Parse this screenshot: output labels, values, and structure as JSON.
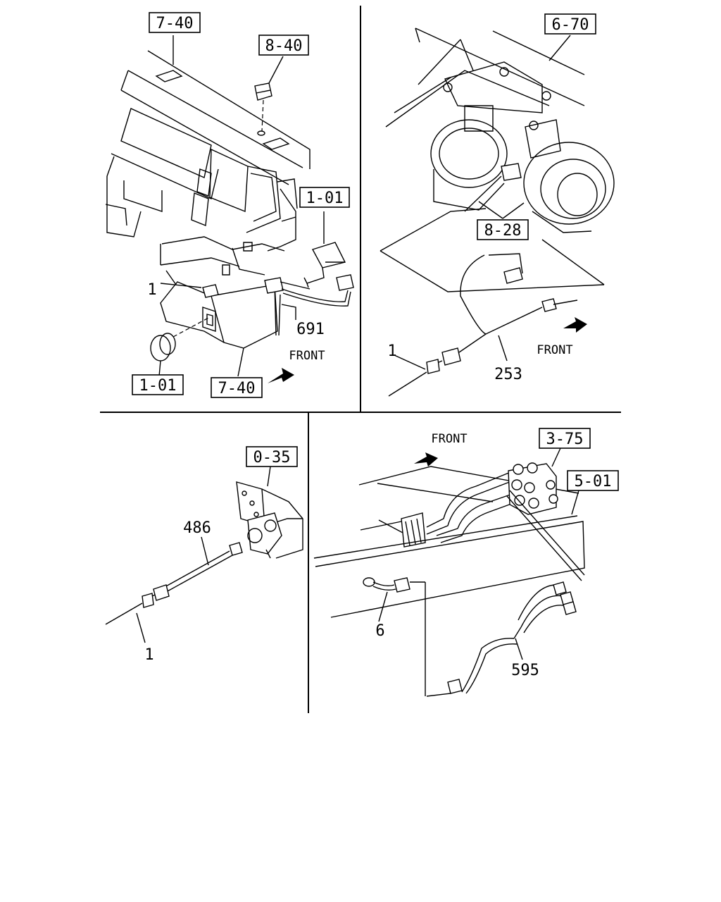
{
  "panel_top_left": {
    "refs": {
      "dash_panel": "7-40",
      "clip": "8-40",
      "switch_top": "1-01",
      "knob": "1-01",
      "lower_panel": "7-40"
    },
    "parts": {
      "harness": "1",
      "wire": "691"
    },
    "direction": "FRONT"
  },
  "panel_top_right": {
    "refs": {
      "body": "6-70",
      "horn": "8-28"
    },
    "parts": {
      "harness": "1",
      "wire": "253"
    },
    "direction": "FRONT"
  },
  "panel_bottom_left": {
    "refs": {
      "bracket": "0-35"
    },
    "parts": {
      "wire": "486",
      "harness": "1"
    }
  },
  "panel_bottom_right": {
    "refs": {
      "valve": "3-75",
      "frame": "5-01"
    },
    "parts": {
      "ground": "6",
      "wire": "595"
    },
    "direction": "FRONT"
  }
}
